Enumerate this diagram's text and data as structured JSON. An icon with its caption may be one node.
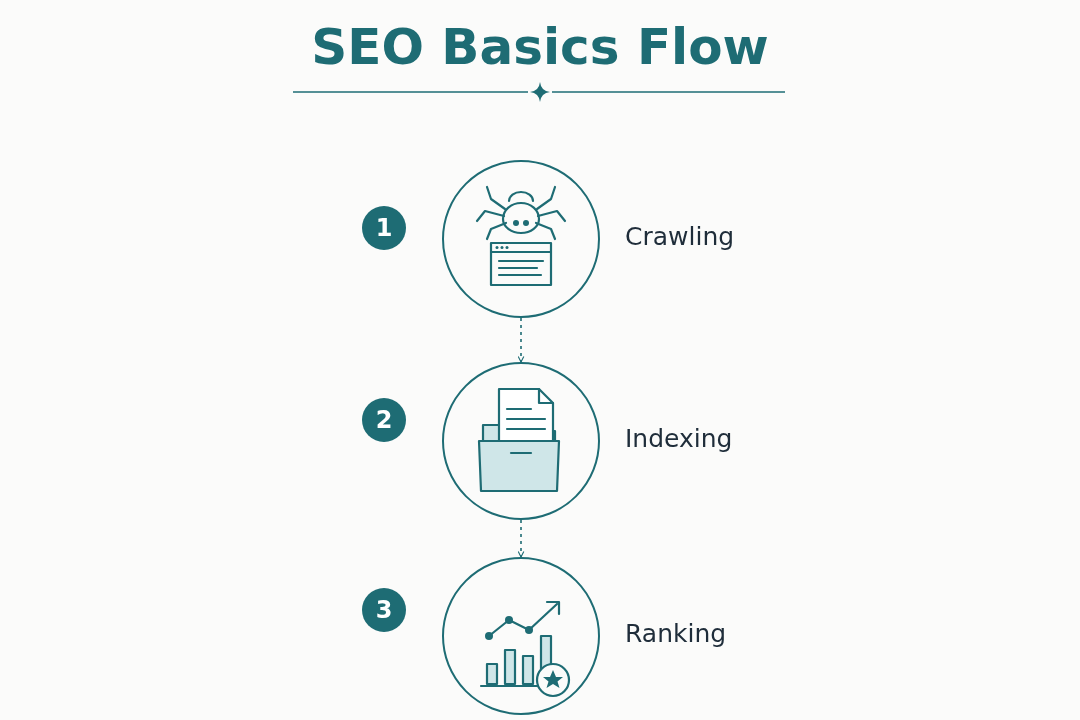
{
  "diagram": {
    "title": "SEO Basics Flow",
    "nodes": [
      {
        "text": [
          "1"
        ]
      },
      {
        "text": [],
        "shape": "circle",
        "beside": [
          "Crawling"
        ]
      },
      {
        "text": [
          "2"
        ]
      },
      {
        "text": [],
        "shape": "circle",
        "beside": [
          "Indexing"
        ]
      },
      {
        "text": [
          "3"
        ]
      },
      {
        "text": [],
        "shape": "circle",
        "beside": [
          "Ranking"
        ]
      }
    ],
    "edges": [
      {
        "from": 1,
        "to": 3,
        "arrow": "to",
        "style": "dashed"
      },
      {
        "from": 3,
        "to": 5,
        "arrow": "to",
        "style": "dashed"
      }
    ]
  }
}
